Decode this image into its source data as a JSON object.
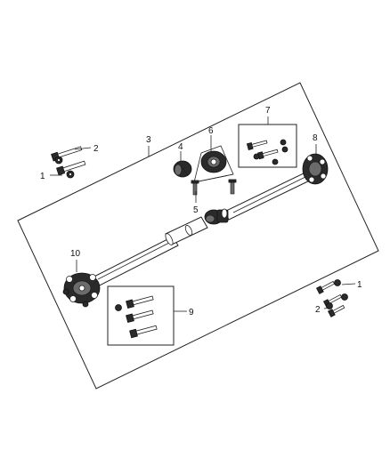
{
  "callouts": {
    "c1_left": "1",
    "c2_left": "2",
    "c3": "3",
    "c4": "4",
    "c5": "5",
    "c6": "6",
    "c7": "7",
    "c8": "8",
    "c9": "9",
    "c10": "10",
    "c1_right": "1",
    "c2_right": "2"
  }
}
